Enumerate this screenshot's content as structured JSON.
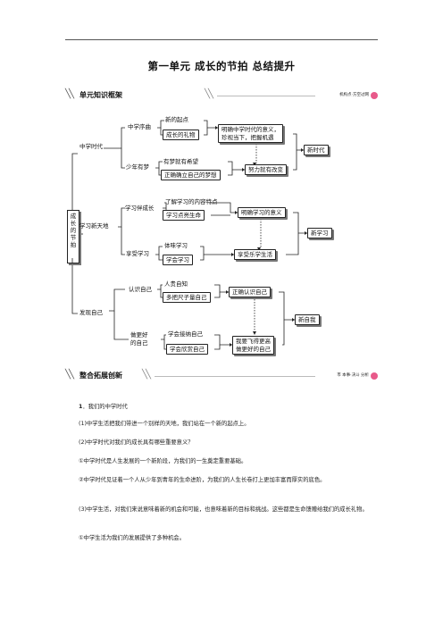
{
  "document": {
    "title": "第一单元 成长的节拍 总结提升",
    "section1": {
      "label": "单元知识框架",
      "tail": "机构点·方空过网"
    },
    "section2": {
      "label": "整合拓展创新",
      "tail": "市 本事·决斗 分析"
    }
  },
  "tree": {
    "root": "成长的节拍",
    "groups": [
      {
        "label": "中学时代"
      },
      {
        "label": "学习新天地"
      },
      {
        "label": "发现自己"
      }
    ],
    "branches": {
      "zhongxue_xuqu": "中学序曲",
      "shaonian_youmeng": "少年有梦",
      "xuexi_banchengzhang": "学习伴成长",
      "xiangshou_xuexi": "享受学习",
      "renshi_ziji": "认识自己",
      "zuogenghao_label1": "做更好",
      "zuogenghao_label2": "的自己"
    },
    "leaves": {
      "xindeqidian": "新的起点",
      "chengzhangdeliwu": "成长的礼物",
      "youmeng": "有梦就有希望",
      "zhengque_shuli": "正确确立自己的梦想",
      "liaojie_neirong": "了解学习的内容特点",
      "xuexi_dian": "学习点亮生命",
      "tiwei_xuexi": "体味学习",
      "xuehui_xuexi": "学会学习",
      "rengui_zizhi": "人贵自知",
      "duoba_chizi": "多把尺子量自己",
      "xuehui_jiena": "学会接纳自己",
      "xuehui_xinshang": "学会欣赏自己"
    },
    "summaries": {
      "mingque_yiyi": "明确中学时代的意义，",
      "mingque_yiyi2": "珍视当下，把握机遇",
      "nuli_gaibian": "努力就有改变",
      "mingque_xuexi": "明确学习的意义",
      "xiangshou_lequ": "享受乐学生活",
      "zhengque_renshi": "正确认识自己",
      "woyao_feide": "我要飞得更高",
      "zuo_genghao": "做更好的自己"
    },
    "conclusions": {
      "xinshidai": "新时代",
      "xinxuexi": "新学习",
      "xinziwo": "新自我"
    }
  },
  "body": {
    "paragraphs": [
      {
        "num": "1",
        "text": "我们的中学时代"
      },
      {
        "num": "",
        "text": "(1)中学生活把我们带进一个别样的天地，我们站在一个新的起点上。"
      },
      {
        "num": "",
        "text": "(2)中学时代对我们的成长具有哪些重要意义？"
      },
      {
        "num": "",
        "text": "①中学时代是人生发展的一个新阶段，为我们的一生奠定重要基础。"
      },
      {
        "num": "",
        "text": "②中学时代见证着一个人从少年到青年的生命进阶，为我们的人生长卷打上更加丰富而厚实的底色。"
      },
      {
        "num": "",
        "text": "(3)中学生活，对我们来说意味着新的机会和可能，也意味着新的目标和挑战。这些都是生命馈赠给我们的成长礼物。"
      },
      {
        "num": "",
        "text": "①中学生活为我们的发展提供了多种机会。"
      }
    ]
  }
}
